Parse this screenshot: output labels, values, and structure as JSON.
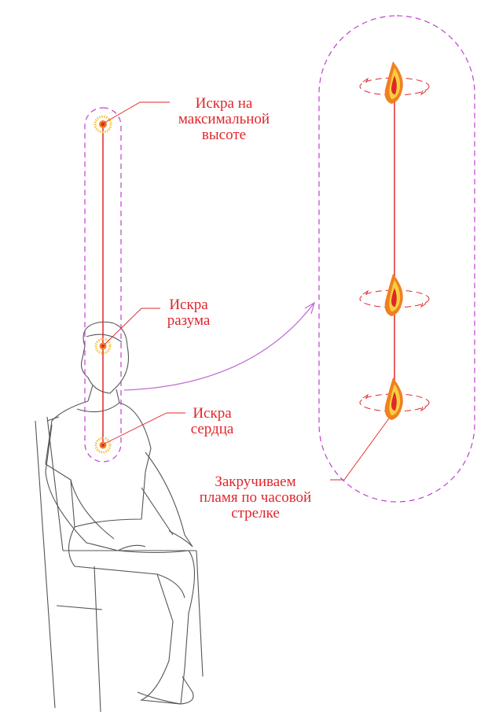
{
  "labels": {
    "spark_top": [
      "Искра на",
      "максимальной",
      "высоте"
    ],
    "spark_mind": [
      "Искра",
      "разума"
    ],
    "spark_heart": [
      "Искра",
      "сердца"
    ],
    "twist": [
      "Закручиваем",
      "пламя по часовой",
      "стрелке"
    ]
  },
  "colors": {
    "accent": "#e0262b",
    "dashed": "#c040d0",
    "arrow": "#c070d8",
    "figure": "#555555",
    "flame_outer": "#f08020",
    "flame_inner": "#f5d040"
  }
}
